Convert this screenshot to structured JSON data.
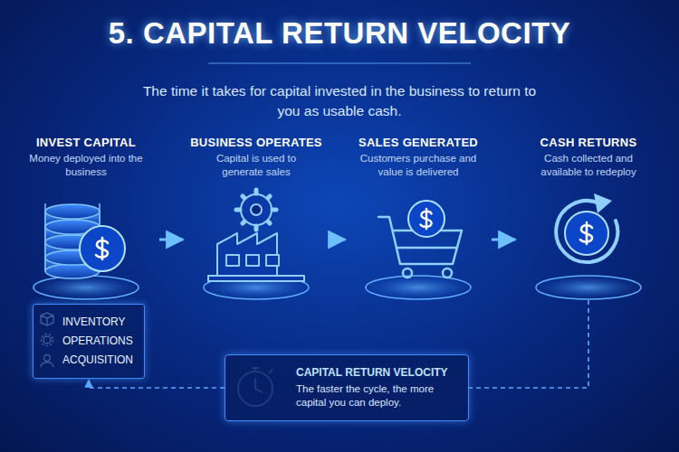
{
  "diagram": {
    "title": "5. CAPITAL RETURN VELOCITY",
    "caption": "The time it takes for capital invested in the business to return to you as usable cash.",
    "nodes": [
      {
        "text": [
          "INVEST CAPITAL",
          "Money deployed into the business"
        ]
      },
      {
        "text": [
          "BUSINESS OPERATES",
          "Capital is used to generate sales"
        ]
      },
      {
        "text": [
          "SALES GENERATED",
          "Customers purchase and value is delivered"
        ]
      },
      {
        "text": [
          "CASH RETURNS",
          "Cash collected and available to redeploy"
        ]
      },
      {
        "text": [
          "INVENTORY",
          "OPERATIONS",
          "ACQUISITION"
        ]
      },
      {
        "text": [
          "CAPITAL RETURN VELOCITY",
          "The faster the cycle, the more capital you can deploy."
        ]
      }
    ],
    "edges": [
      {
        "from": 0,
        "to": 1,
        "arrow": "to"
      },
      {
        "from": 1,
        "to": 2,
        "arrow": "to"
      },
      {
        "from": 2,
        "to": 3,
        "arrow": "to"
      },
      {
        "from": 3,
        "to": 5,
        "arrow": "none"
      },
      {
        "from": 5,
        "to": 4,
        "arrow": "to"
      }
    ]
  }
}
